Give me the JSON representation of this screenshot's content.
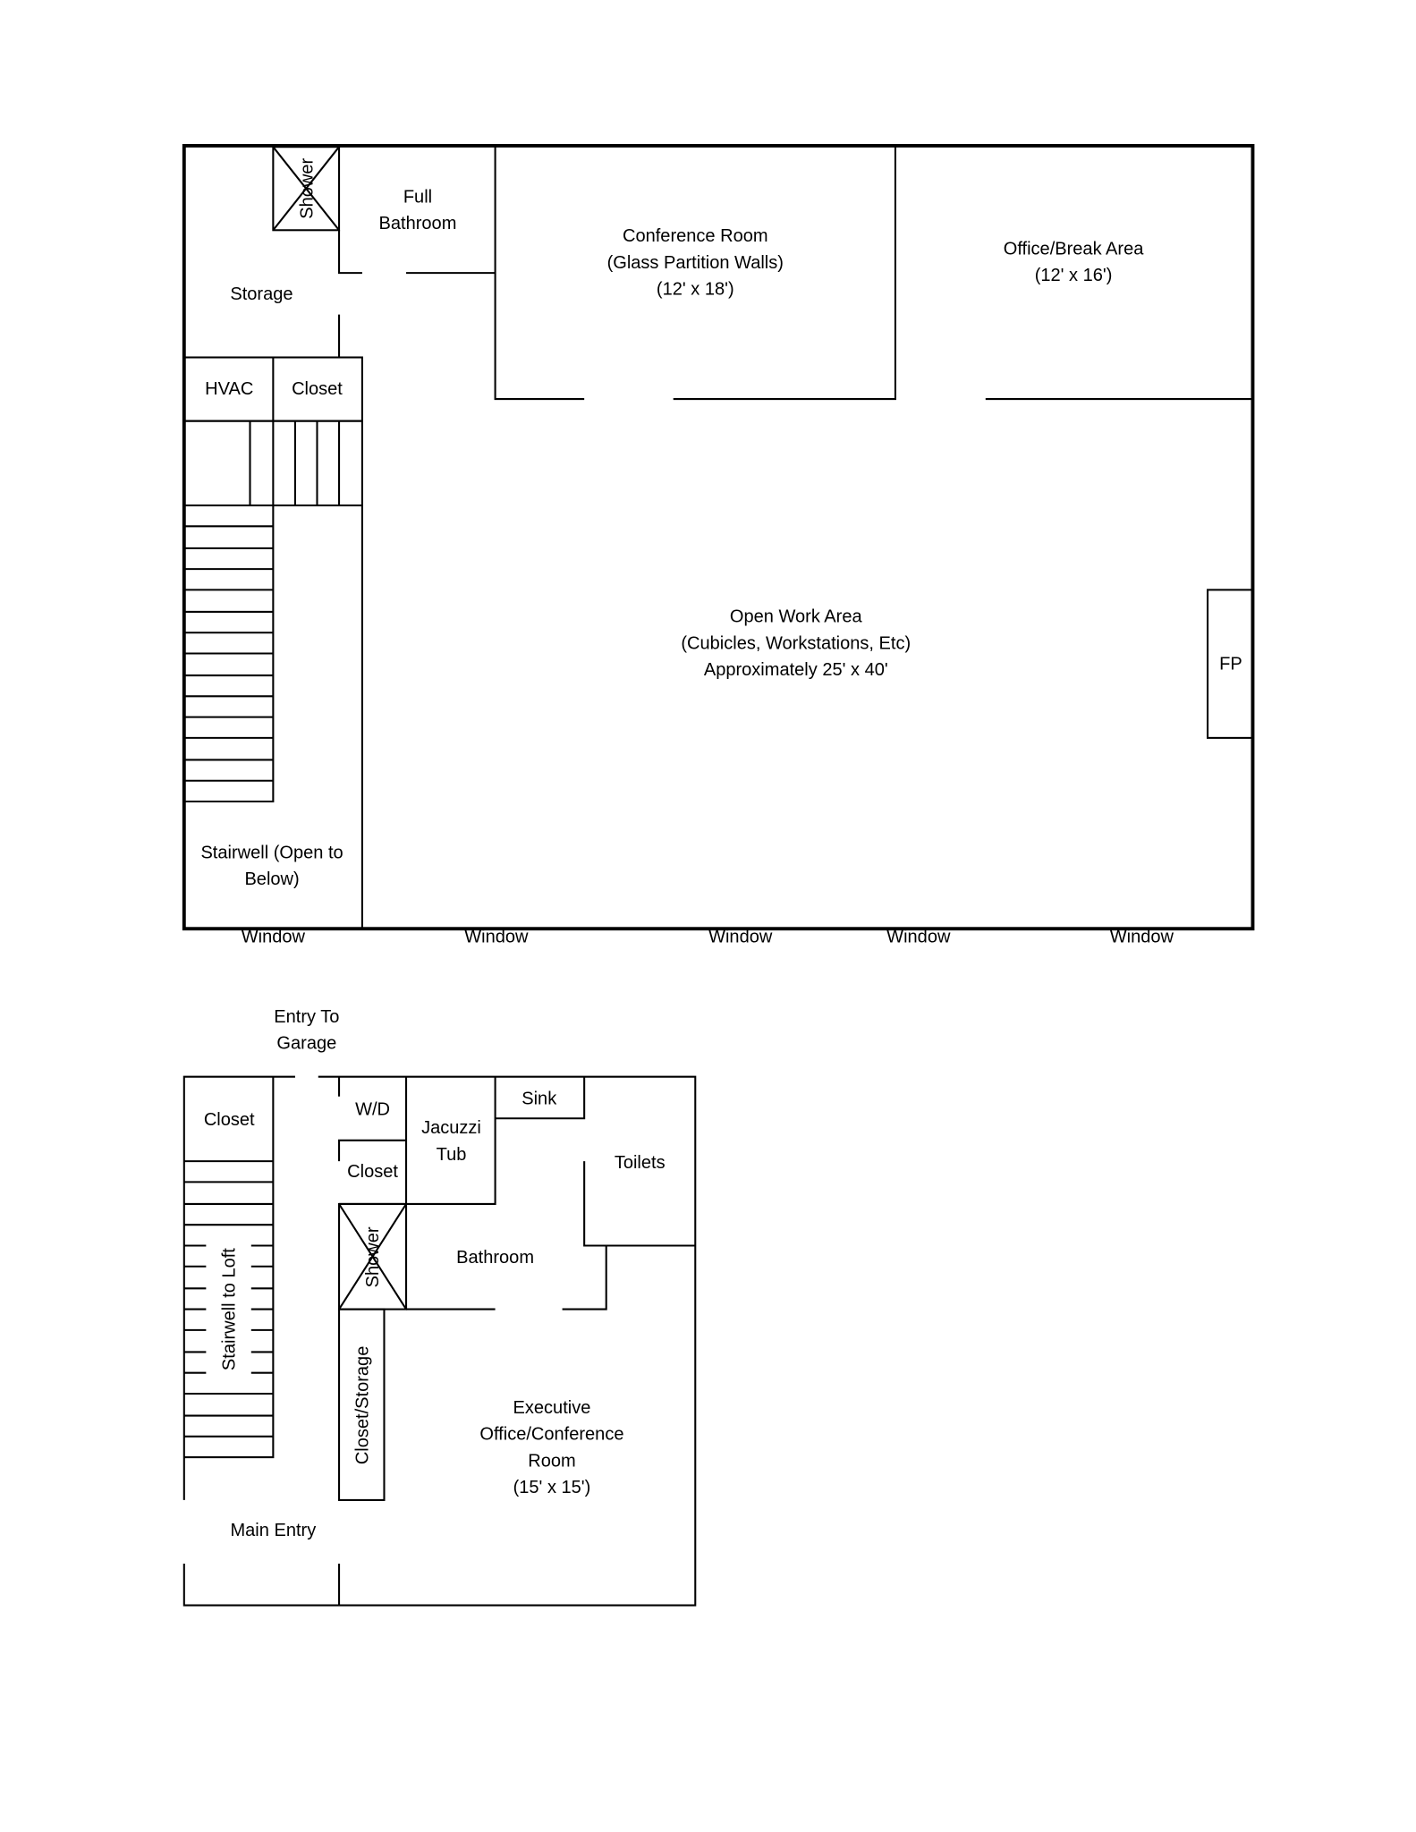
{
  "upper_floor": {
    "shower": "Shower",
    "full_bathroom": [
      "Full",
      "Bathroom"
    ],
    "storage": "Storage",
    "conference_room": [
      "Conference Room",
      "(Glass Partition Walls)",
      "(12' x 18')"
    ],
    "office_break": [
      "Office/Break Area",
      "(12' x 16')"
    ],
    "hvac": "HVAC",
    "closet": "Closet",
    "open_work_area": [
      "Open Work Area",
      "(Cubicles, Workstations, Etc)",
      "Approximately 25' x 40'"
    ],
    "fireplace": "FP",
    "stairwell": [
      "Stairwell (Open to",
      "Below)"
    ],
    "windows": [
      "Window",
      "Window",
      "Window",
      "Window",
      "Window"
    ]
  },
  "lower_floor": {
    "entry_garage": [
      "Entry To",
      "Garage"
    ],
    "closet_left": "Closet",
    "wd": "W/D",
    "closet_small": "Closet",
    "jacuzzi": [
      "Jacuzzi",
      "Tub"
    ],
    "sink": "Sink",
    "toilets": "Toilets",
    "shower": "Shower",
    "bathroom": "Bathroom",
    "stairwell": "Stairwell to Loft",
    "closet_storage": "Closet/Storage",
    "executive_office": [
      "Executive",
      "Office/Conference",
      "Room",
      "(15' x 15')"
    ],
    "main_entry": "Main Entry"
  }
}
